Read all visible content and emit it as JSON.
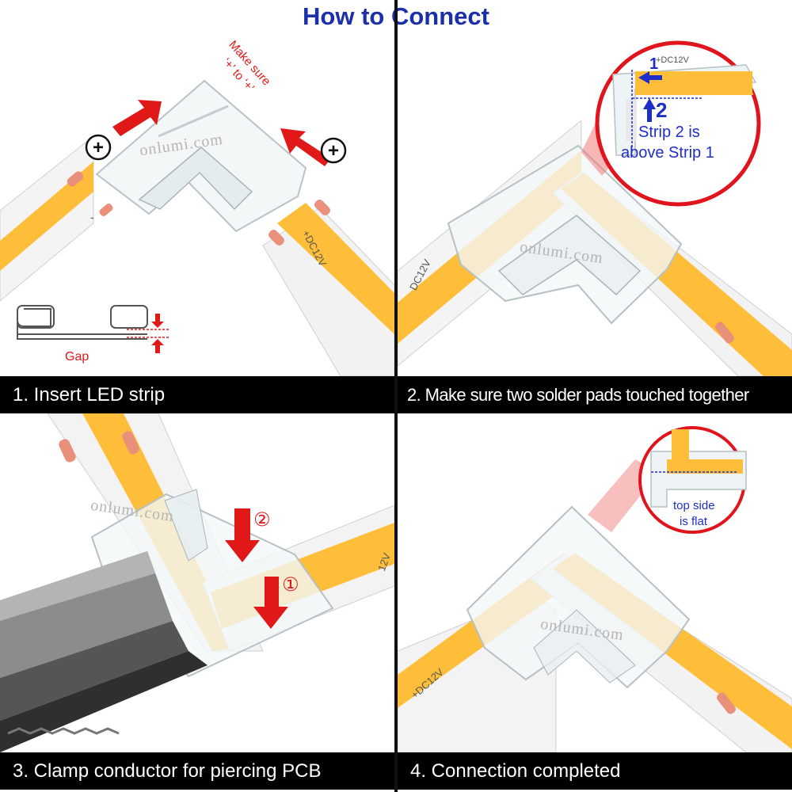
{
  "header": {
    "title": "How to Connect"
  },
  "step1": {
    "caption": "1. Insert LED strip",
    "note_line1": "Make sure",
    "note_line2": "‘+’ to ‘+’",
    "plus": "+",
    "gap_label": "Gap",
    "strip_marking": "+DC12V",
    "pad_minus": "-"
  },
  "step2": {
    "caption": "2. Make sure two solder pads touched together",
    "marker_1": "1",
    "marker_2": "2",
    "callout_line1": "Strip 2 is",
    "callout_line2": "above Strip 1",
    "strip_marking": "+DC12V",
    "strip_marking_short": "DC12V"
  },
  "step3": {
    "caption": "3. Clamp conductor for piercing PCB",
    "step_a": "②",
    "step_b": "①",
    "strip_marking": "12V"
  },
  "step4": {
    "caption": "4. Connection completed",
    "callout_line1": "top side",
    "callout_line2": "is flat",
    "strip_marking": "+DC12V"
  },
  "watermark": "onlumi.com",
  "colors": {
    "title_blue": "#1a2fa8",
    "arrow_red": "#e01818",
    "led_yellow": "#ffbe3a",
    "pad_copper": "#e8907a",
    "callout_blue": "#1e2fc8",
    "callout_ring": "#e0141c"
  }
}
